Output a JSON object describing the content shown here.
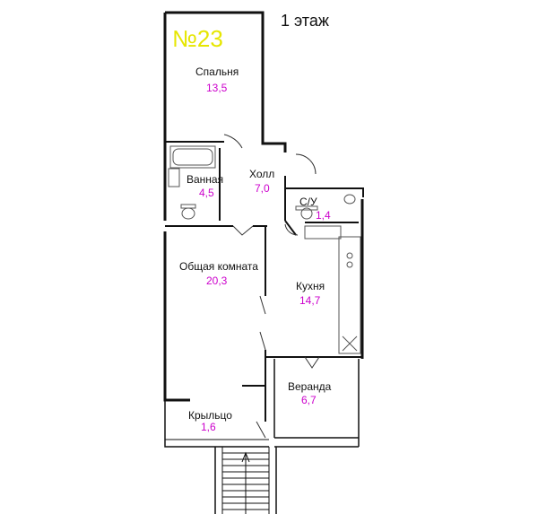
{
  "floor_label": "1 этаж",
  "apartment_number": "№23",
  "colors": {
    "area_text": "#cc00cc",
    "apartment_number": "#e6e600",
    "walls": "#111111",
    "fixtures": "#555555"
  },
  "rooms": {
    "bedroom": {
      "name": "Спальня",
      "area": "13,5"
    },
    "bathroom": {
      "name": "Ванная",
      "area": "4,5"
    },
    "hall": {
      "name": "Холл",
      "area": "7,0"
    },
    "wc": {
      "name": "С/У",
      "area": "1,4"
    },
    "living": {
      "name": "Общая комната",
      "area": "20,3"
    },
    "kitchen": {
      "name": "Кухня",
      "area": "14,7"
    },
    "veranda": {
      "name": "Веранда",
      "area": "6,7"
    },
    "porch": {
      "name": "Крыльцо",
      "area": "1,6"
    }
  }
}
